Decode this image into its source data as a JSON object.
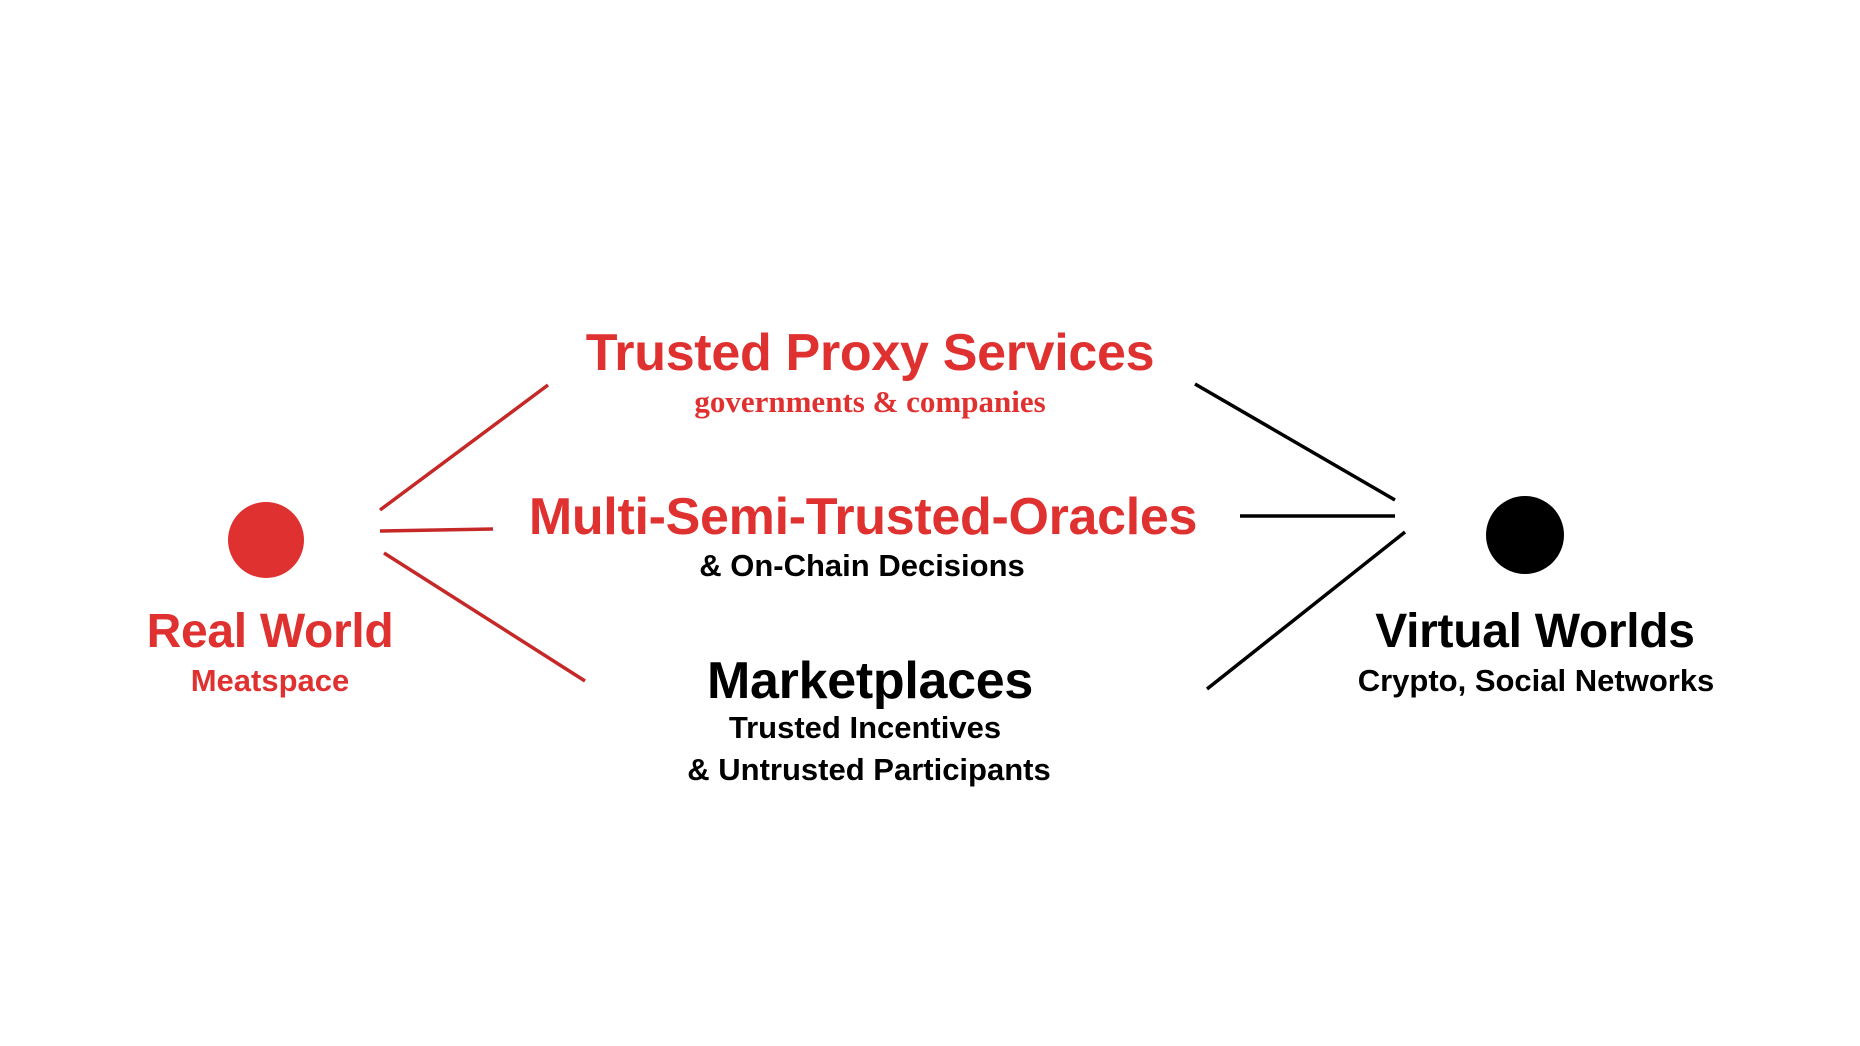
{
  "colors": {
    "accent_red": "#e03131",
    "black": "#000000",
    "background": "#ffffff"
  },
  "nodes": {
    "real_world": {
      "title": "Real World",
      "subtitle": "Meatspace"
    },
    "virtual_worlds": {
      "title": "Virtual Worlds",
      "subtitle": "Crypto, Social Networks"
    }
  },
  "bridges": {
    "trusted_proxy": {
      "title": "Trusted Proxy Services",
      "subtitle": "governments & companies"
    },
    "oracles": {
      "title": "Multi-Semi-Trusted-Oracles",
      "subtitle": "& On-Chain Decisions"
    },
    "marketplaces": {
      "title": "Marketplaces",
      "subtitle_line1": "Trusted Incentives",
      "subtitle_line2": "& Untrusted Participants"
    }
  }
}
